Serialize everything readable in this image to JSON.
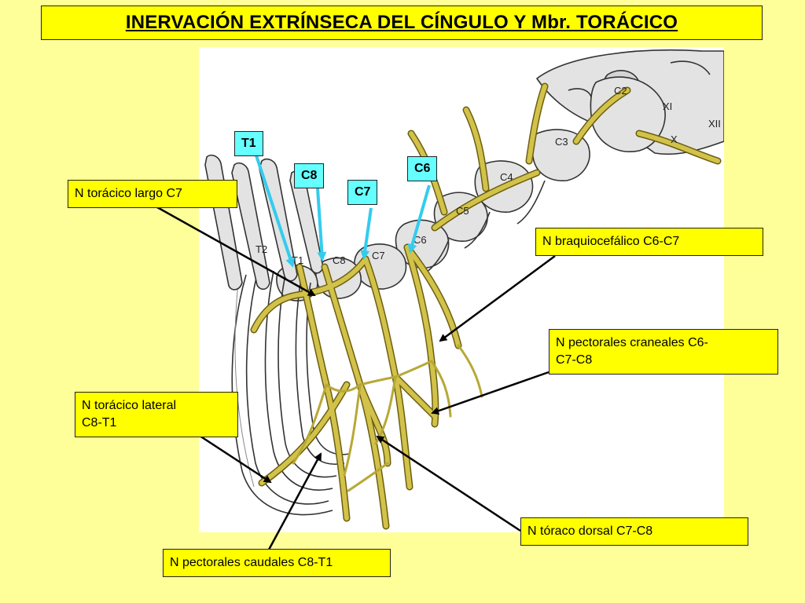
{
  "title": "INERVACIÓN  EXTRÍNSECA DEL CÍNGULO Y  Mbr. TORÁCICO",
  "spinal_segments": {
    "t1": "T1",
    "c8": "C8",
    "c7": "C7",
    "c6": "C6"
  },
  "figure_labels": {
    "xi": "XI",
    "xii": "XII",
    "x": "X",
    "c2": "C2",
    "c3": "C3",
    "c4": "C4",
    "c5": "C5",
    "c6": "C6",
    "c7": "C7",
    "c8": "C8",
    "t1": "T1",
    "t2": "T2"
  },
  "nerve_labels": {
    "toracico_largo": "N torácico largo C7",
    "braquiocefalico": "N braquiocefálico C6-C7",
    "pectorales_craneales_line1": "N pectorales craneales C6-",
    "pectorales_craneales_line2": "C7-C8",
    "toracico_lateral_line1": "N torácico lateral",
    "toracico_lateral_line2": "C8-T1",
    "toraco_dorsal": "N tóraco dorsal C7-C8",
    "pectorales_caudales": "N pectorales caudales C8-T1"
  },
  "colors": {
    "background": "#FFFF99",
    "label_fill": "#FFFF00",
    "spinal_tag_fill": "#66FFFF",
    "nerve": "#D2C24A",
    "nerve_outline": "#6B5F10",
    "pointer_cyan": "#33CCEE",
    "bone_fill": "#E3E3E3",
    "figure_background": "#FFFFFF"
  }
}
